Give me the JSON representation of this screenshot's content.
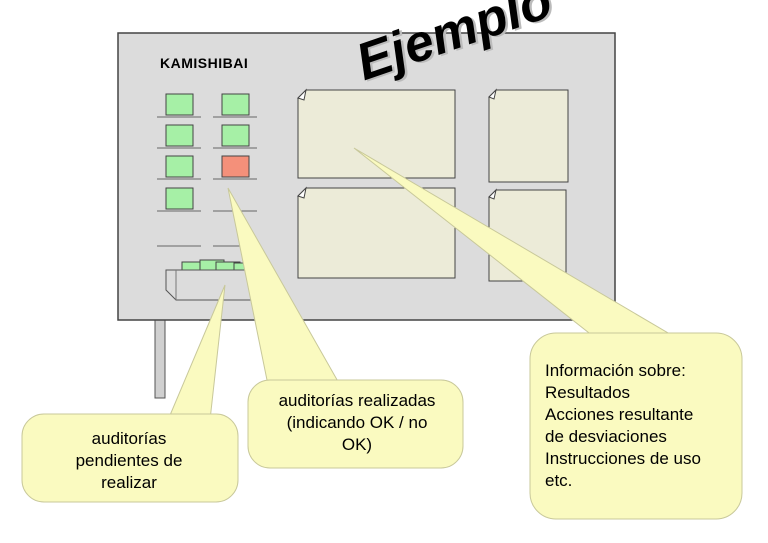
{
  "board": {
    "title": "KAMISHIBAI",
    "stamp": "Ejemplo",
    "card_status": [
      [
        "ok",
        "ok"
      ],
      [
        "ok",
        "ok"
      ],
      [
        "ok",
        "nok"
      ],
      [
        "ok",
        "none"
      ]
    ]
  },
  "colors": {
    "board": "#dcdcdc",
    "card_ok": "#a6f0a6",
    "card_nok": "#f4907a",
    "sheet": "#ecebd8",
    "callout": "#fafac0"
  },
  "callouts": {
    "pending": [
      "auditorías",
      "pendientes de",
      "realizar"
    ],
    "done": [
      "auditorías realizadas",
      "(indicando OK / no",
      "OK)"
    ],
    "info": [
      "Información sobre:",
      "Resultados",
      "Acciones resultante",
      "de desviaciones",
      "Instrucciones de uso",
      "etc."
    ]
  }
}
